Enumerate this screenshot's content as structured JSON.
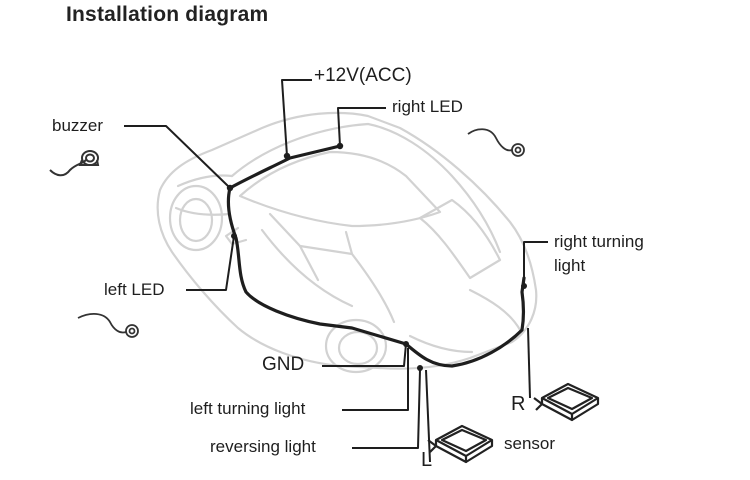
{
  "title": "Installation diagram",
  "labels": {
    "acc": "+12V(ACC)",
    "right_led": "right LED",
    "buzzer": "buzzer",
    "left_led": "left LED",
    "right_turning_1": "right turning",
    "right_turning_2": "light",
    "gnd": "GND",
    "left_turning": "left turning light",
    "reversing": "reversing light",
    "r": "R",
    "l": "L",
    "sensor": "sensor"
  },
  "colors": {
    "car_outline": "#d2d2d2",
    "wire": "#1e1e1e",
    "text": "#1e1e1e"
  }
}
